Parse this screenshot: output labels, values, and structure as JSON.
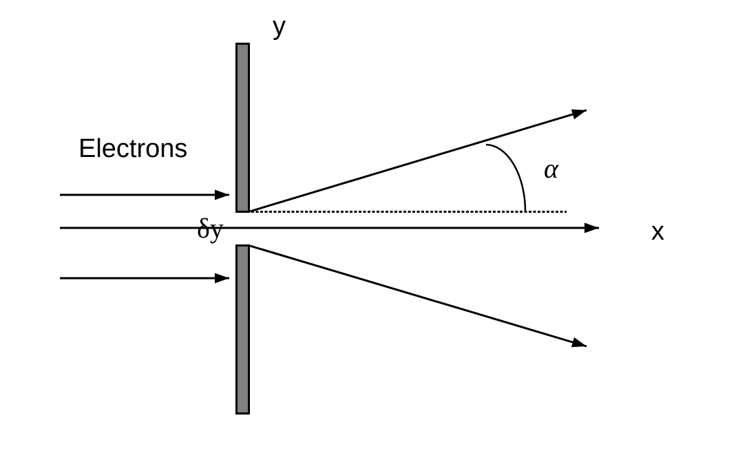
{
  "figure": {
    "background_color": "#ffffff",
    "line_color": "#000000",
    "text_color": "#000000",
    "barrier": {
      "fill_color": "#808080",
      "stroke_color": "#000000"
    },
    "labels": {
      "beam": "Electrons",
      "y_axis": "y",
      "x_axis": "x",
      "slit_width": "δy",
      "angle": "α"
    },
    "icons": {
      "arrowhead": "filled-triangle-arrowhead"
    }
  }
}
